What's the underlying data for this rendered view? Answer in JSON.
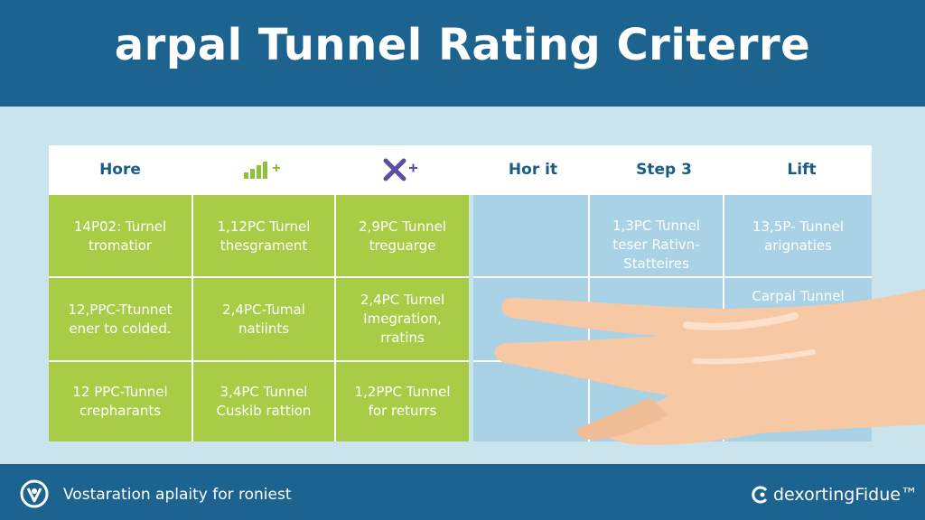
{
  "title": "arpal Tunnel Rating Criterre",
  "columns": [
    {
      "label": "Hore",
      "icon": null
    },
    {
      "label": "",
      "icon": "bar-chart-plus-icon"
    },
    {
      "label": "",
      "icon": "x-plus-icon"
    },
    {
      "label": "Hor it",
      "icon": null
    },
    {
      "label": "Step 3",
      "icon": null
    },
    {
      "label": "Lift",
      "icon": null
    }
  ],
  "rows": [
    [
      "14P02: Turnel\ntromatior",
      "1,12PC Turnel\nthesgrament",
      "2,9PC Tunnel\ntreguarge",
      "",
      "1,3PC Tunnel\nteser Rativn-\nStatteires",
      "13,5P- Tunnel\narignaties"
    ],
    [
      "12,PPC-Ttunnet\nener to colded.",
      "2,4PC-Tumal\nnatiints",
      "2,4PC Turnel\nImegration,\nrratins",
      "",
      "",
      "Carpal Tunnel\nollectints"
    ],
    [
      "12 PPC-Tunnel\ncrepharants",
      "3,4PC Tunnel\nCuskib rattion",
      "1,2PPC Tunnel\nfor returrs",
      "",
      "",
      ""
    ]
  ],
  "footer": {
    "text": "Vostaration aplaity for roniest",
    "logo_icon": "shield-check-icon",
    "brand_icon": "c-logo-icon",
    "brand": "dexortingFidue™"
  },
  "colors": {
    "header_bg": "#1d6390",
    "background": "#c9e4ec",
    "green": "#a9cc46",
    "blue": "#a9d2e6",
    "header_text": "#1b5c84"
  }
}
